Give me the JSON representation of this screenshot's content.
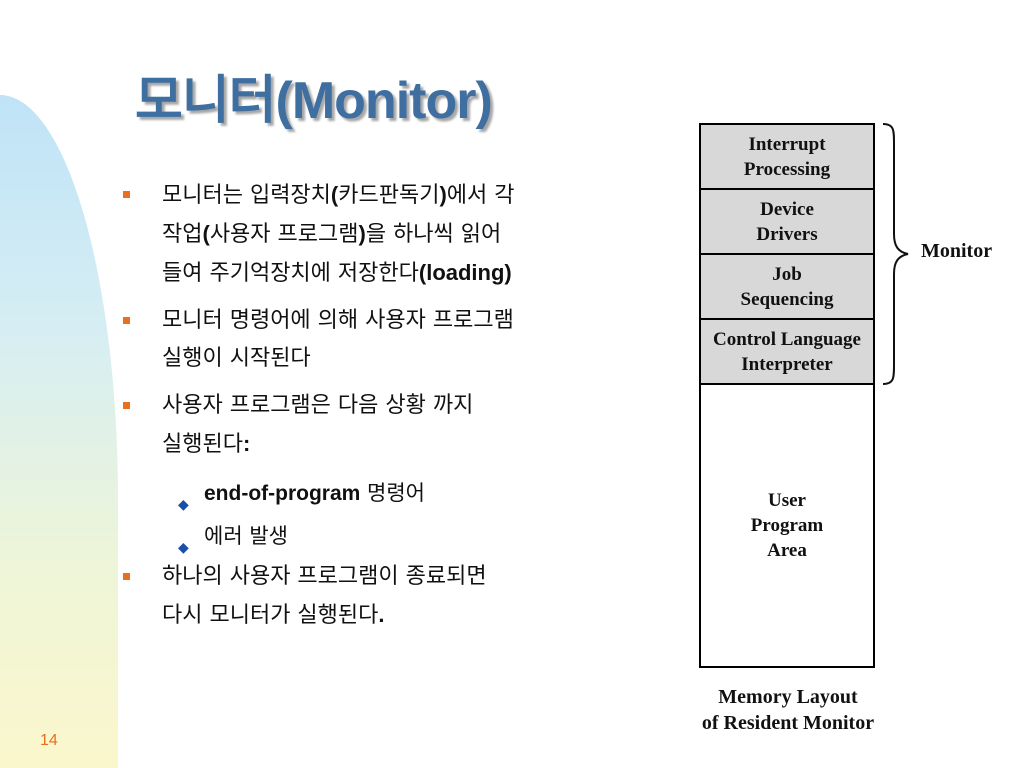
{
  "title": {
    "korean": "모니터",
    "latin": "(Monitor)"
  },
  "bullets": [
    {
      "lines": [
        [
          {
            "t": "모니터는 입력장치"
          },
          {
            "t": "(",
            "b": true
          },
          {
            "t": "카드판독기"
          },
          {
            "t": ")",
            "b": true
          },
          {
            "t": "에서 각"
          }
        ],
        [
          {
            "t": "작업"
          },
          {
            "t": "(",
            "b": true
          },
          {
            "t": "사용자 프로그램"
          },
          {
            "t": ")",
            "b": true
          },
          {
            "t": "을 하나씩 읽어"
          }
        ],
        [
          {
            "t": "들여 주기억장치에 저장한다"
          },
          {
            "t": "(loading)",
            "b": true
          }
        ]
      ]
    },
    {
      "lines": [
        [
          {
            "t": "모니터 명령어에 의해 사용자 프로그램"
          }
        ],
        [
          {
            "t": "실행이 시작된다"
          }
        ]
      ]
    },
    {
      "lines": [
        [
          {
            "t": "사용자 프로그램은  다음 상황 까지"
          }
        ],
        [
          {
            "t": "실행된다"
          },
          {
            "t": ":",
            "b": true
          }
        ]
      ],
      "subs": [
        [
          {
            "t": "end-of-program",
            "b": true
          },
          {
            "t": " 명령어"
          }
        ],
        [
          {
            "t": "에러 발생"
          }
        ]
      ]
    },
    {
      "lines": [
        [
          {
            "t": "하나의 사용자 프로그램이 종료되면"
          }
        ],
        [
          {
            "t": "다시 모니터가 실행된다"
          },
          {
            "t": ".",
            "b": true
          }
        ]
      ]
    }
  ],
  "diagram": {
    "blocks": [
      {
        "label": [
          "Interrupt",
          "Processing"
        ],
        "kind": "monitor"
      },
      {
        "label": [
          "Device",
          "Drivers"
        ],
        "kind": "monitor"
      },
      {
        "label": [
          "Job",
          "Sequencing"
        ],
        "kind": "monitor"
      },
      {
        "label": [
          "Control Language",
          "Interpreter"
        ],
        "kind": "monitor"
      },
      {
        "label": [
          "User",
          "Program",
          "Area"
        ],
        "kind": "user"
      }
    ],
    "brace_label": "Monitor",
    "caption": [
      "Memory Layout",
      "of Resident Monitor"
    ]
  },
  "page_number": "14",
  "colors": {
    "title": "#3e6fa0",
    "bullet_mark": "#e8701f",
    "sub_mark": "#1a4fa8",
    "monitor_fill": "#d8d8d8"
  }
}
